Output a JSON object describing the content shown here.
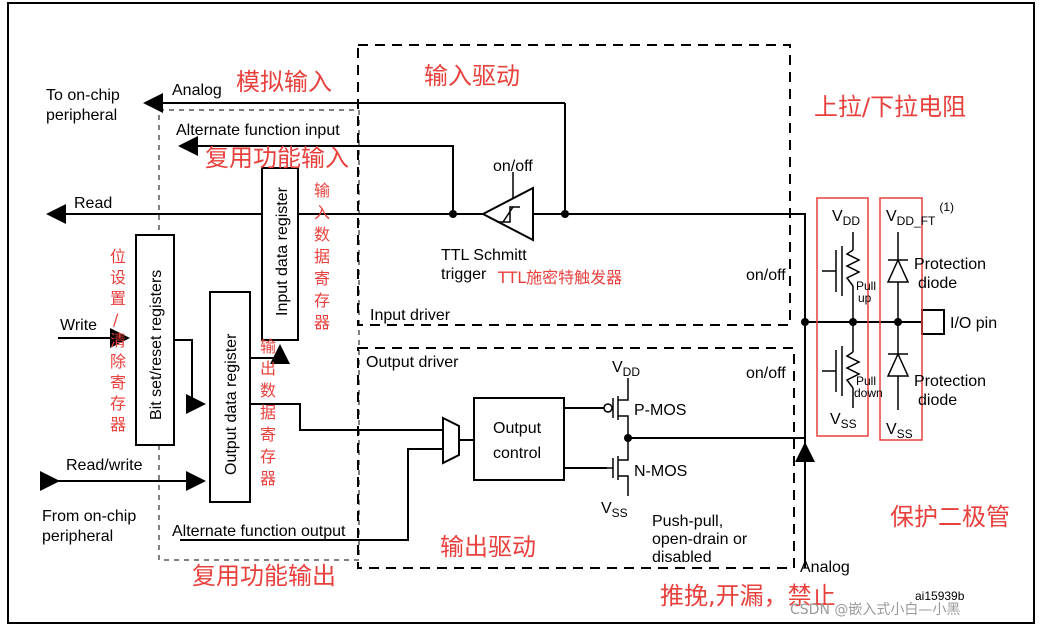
{
  "labels": {
    "to_onchip": [
      "To on-chip",
      "peripheral"
    ],
    "from_onchip": [
      "From on-chip",
      "peripheral"
    ],
    "analog_top": "Analog",
    "af_input": "Alternate function input",
    "read": "Read",
    "write": "Write",
    "read_write": "Read/write",
    "af_output": "Alternate function output",
    "input_data_register": "Input data register",
    "output_data_register": "Output data register",
    "bit_set_reset": "Bit set/reset registers",
    "on_off_schmitt": "on/off",
    "ttl_schmitt": [
      "TTL Schmitt",
      "trigger"
    ],
    "input_driver": "Input driver",
    "output_driver": "Output driver",
    "output_control": [
      "Output",
      "control"
    ],
    "p_mos": "P-MOS",
    "n_mos": "N-MOS",
    "vdd": "V",
    "vdd_sub": "DD",
    "vss": "V",
    "vss_sub": "SS",
    "vdd_ft_sub": "DD_FT",
    "vdd_ft_sup": "(1)",
    "push_pull": [
      "Push-pull,",
      "open-drain or",
      "disabled"
    ],
    "on_off_right_1": "on/off",
    "on_off_right_2": "on/off",
    "pull_up": [
      "Pull",
      "up"
    ],
    "pull_down": [
      "Pull",
      "down"
    ],
    "protection_diode": [
      "Protection",
      "diode"
    ],
    "io_pin": "I/O pin",
    "analog_bottom": "Analog",
    "fig_id": "ai15939b"
  },
  "annotations": {
    "analog_input": "模拟输入",
    "input_drive": "输入驱动",
    "pull_up_down": "上拉/下拉电阻",
    "af_input_cn": "复用功能输入",
    "input_data_reg_cn": [
      "输",
      "入",
      "数",
      "据",
      "寄",
      "存",
      "器"
    ],
    "ttl_cn": "TTL施密特触发器",
    "bit_set_cn": [
      "位",
      "设",
      "置",
      "/",
      "清",
      "除",
      "寄",
      "存",
      "器"
    ],
    "output_data_reg_cn": [
      "输",
      "出",
      "数",
      "据",
      "寄",
      "存",
      "器"
    ],
    "protect_diode_cn": "保护二极管",
    "output_drive": "输出驱动",
    "af_output_cn": "复用功能输出",
    "modes_cn": "推挽,开漏，禁止"
  },
  "watermark": "CSDN @嵌入式小白—小黑",
  "colors": {
    "annotation": "#e8413d",
    "line": "#000000",
    "watermark": "#9a9a9a"
  }
}
